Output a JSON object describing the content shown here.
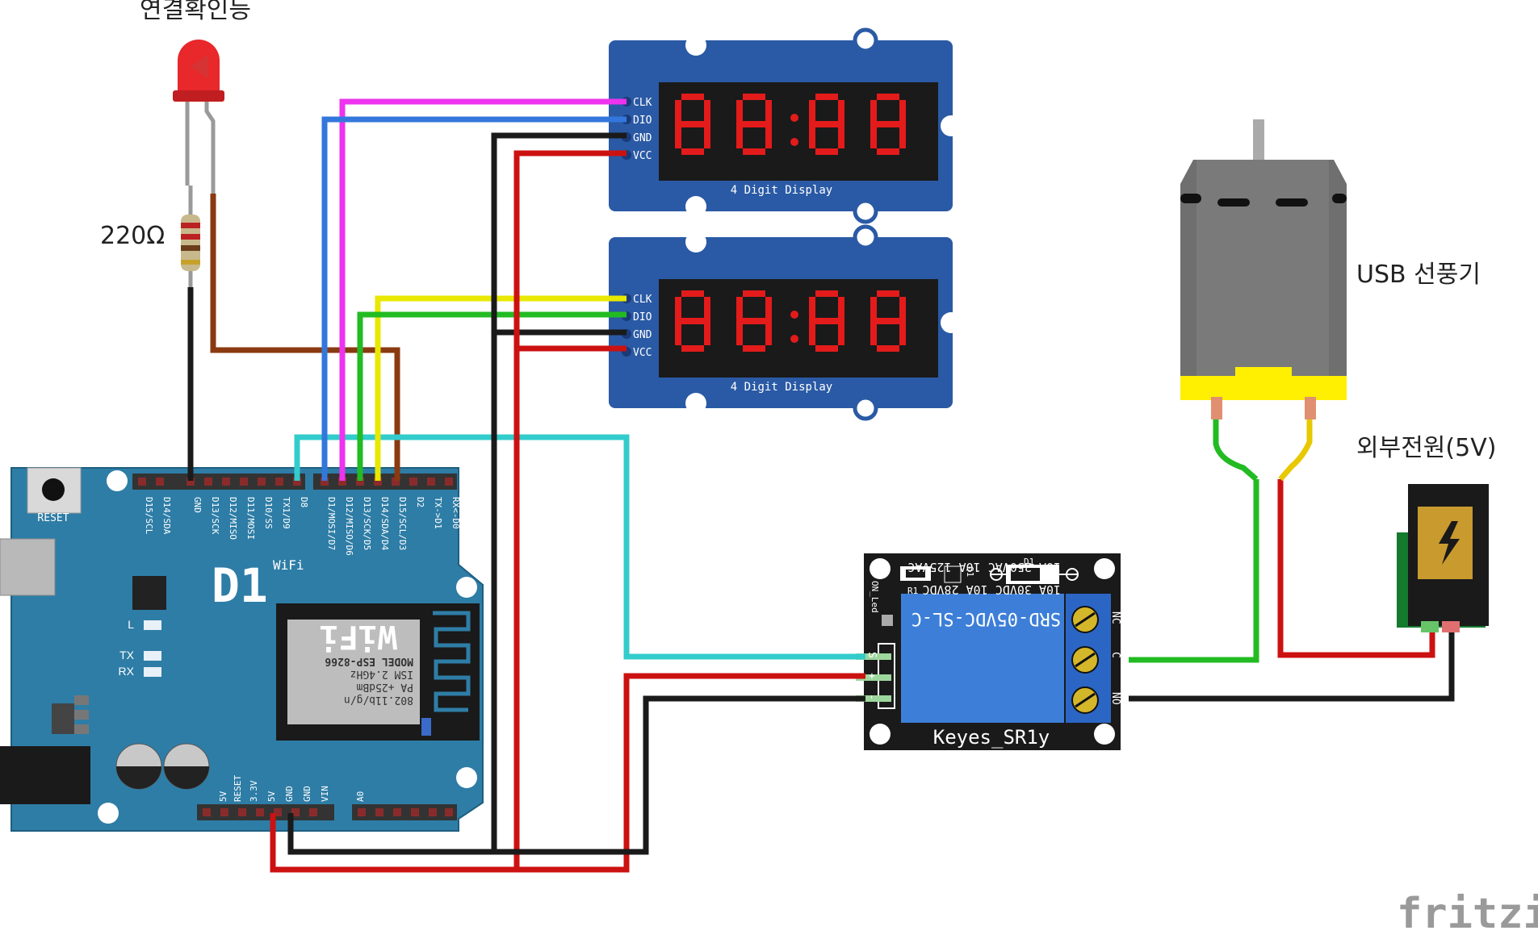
{
  "labels": {
    "led": "연결확인등",
    "resistor": "220Ω",
    "fan": "USB 선풍기",
    "power": "외부전원(5V)",
    "watermark": "fritzing"
  },
  "display": {
    "pins": [
      "CLK",
      "DIO",
      "GND",
      "VCC"
    ],
    "name": "4 Digit Display"
  },
  "board": {
    "reset": "RESET",
    "logo": "D1",
    "wifi": "WiFi",
    "top_pins": [
      "D15/SCL",
      "D14/SDA",
      "GND",
      "D13/SCK",
      "D12/MISO",
      "D11/MOSI",
      "D10/SS",
      "TX1/D9",
      "D8",
      "D1/MOSI/D7",
      "D12/MISO/D6",
      "D13/SCK/D5",
      "D14/SDA/D4",
      "D15/SCL/D3",
      "D2",
      "TX->D1",
      "RX<-D0"
    ],
    "bottom_pins": [
      "5V",
      "RESET",
      "3.3V",
      "5V",
      "GND",
      "GND",
      "VIN",
      "A0"
    ],
    "leds": [
      "L",
      "TX",
      "RX"
    ],
    "module": {
      "model": "MODEL  ESP-8266",
      "freq": "ISM 2.4GHz",
      "pa": "PA +25dBm",
      "std": "802.11b/g/n",
      "wifi": "WiFi"
    }
  },
  "relay": {
    "name": "Keyes_SR1y",
    "model": "SRD-05VDC-SL-C",
    "rating1": "10A 250VAC  10A 125VAC",
    "rating2": "10A  30VDC  10A  28VDC",
    "terms": [
      "NC",
      "C",
      "NO"
    ],
    "left_pins": [
      "S",
      "+",
      "-"
    ],
    "parts": [
      "D1",
      "R1",
      "Q1",
      "ON_Led"
    ]
  }
}
